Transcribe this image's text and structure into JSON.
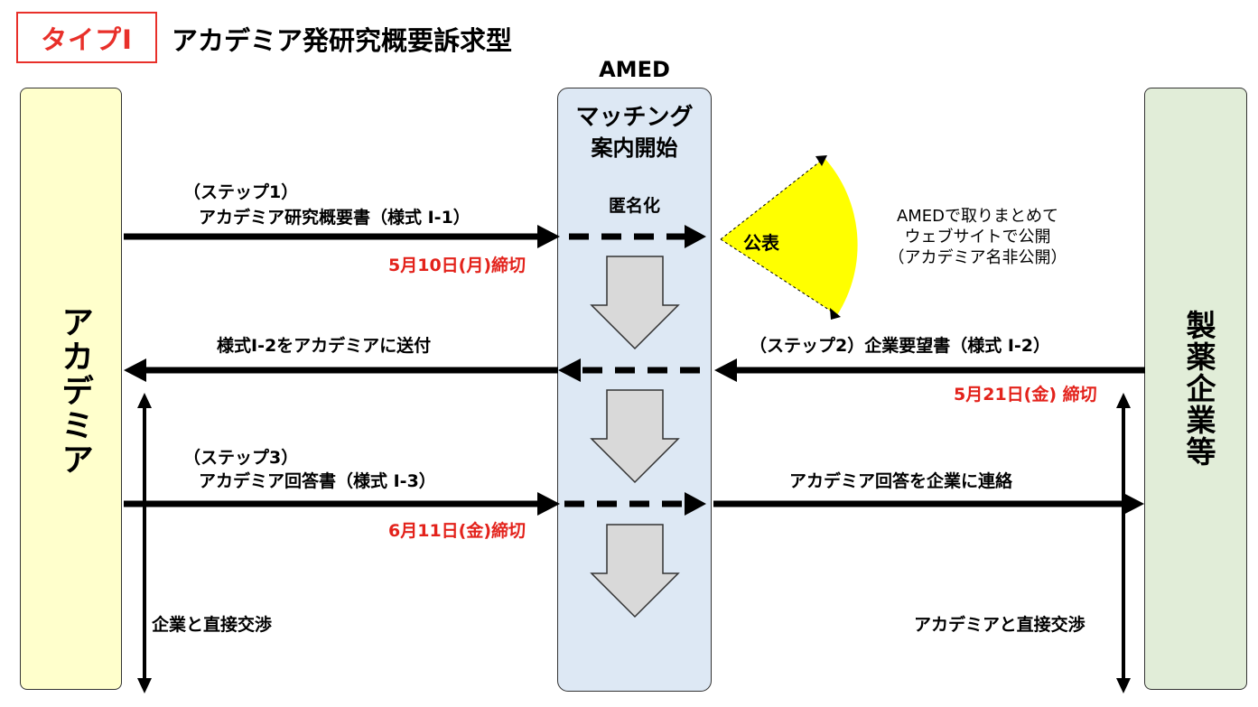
{
  "header": {
    "type_label": "タイプⅠ",
    "title": "アカデミア発研究概要訴求型"
  },
  "columns": {
    "amed_top_label": "AMED",
    "academia": "アカデミア",
    "pharma": "製薬企業等",
    "amed_matching_line1": "マッチング",
    "amed_matching_line2": "案内開始"
  },
  "step1": {
    "step_label": "（ステップ1）",
    "doc_label": "アカデミア研究概要書（様式 I-1）",
    "deadline": "5月10日(月)締切",
    "anonymize": "匿名化"
  },
  "publish": {
    "label": "公表",
    "note_line1": "AMEDで取りまとめて",
    "note_line2": "ウェブサイトで公開",
    "note_line3": "（アカデミア名非公開）"
  },
  "step2": {
    "send_label": "様式I-2をアカデミアに送付",
    "step_doc_label": "（ステップ2）企業要望書（様式 I-2）",
    "deadline": "5月21日(金) 締切"
  },
  "step3": {
    "step_label": "（ステップ3）",
    "doc_label": "アカデミア回答書（様式 I-3）",
    "deadline": "6月11日(金)締切",
    "notify_label": "アカデミア回答を企業に連絡"
  },
  "direct": {
    "academia_side": "企業と直接交渉",
    "pharma_side": "アカデミアと直接交渉"
  },
  "colors": {
    "academia_bg": "#ffffcc",
    "amed_bg": "#dde8f4",
    "pharma_bg": "#e1edd8",
    "accent_red": "#e3221b",
    "publish_fan": "#ffff00",
    "down_arrow": "#d9d9d9"
  }
}
